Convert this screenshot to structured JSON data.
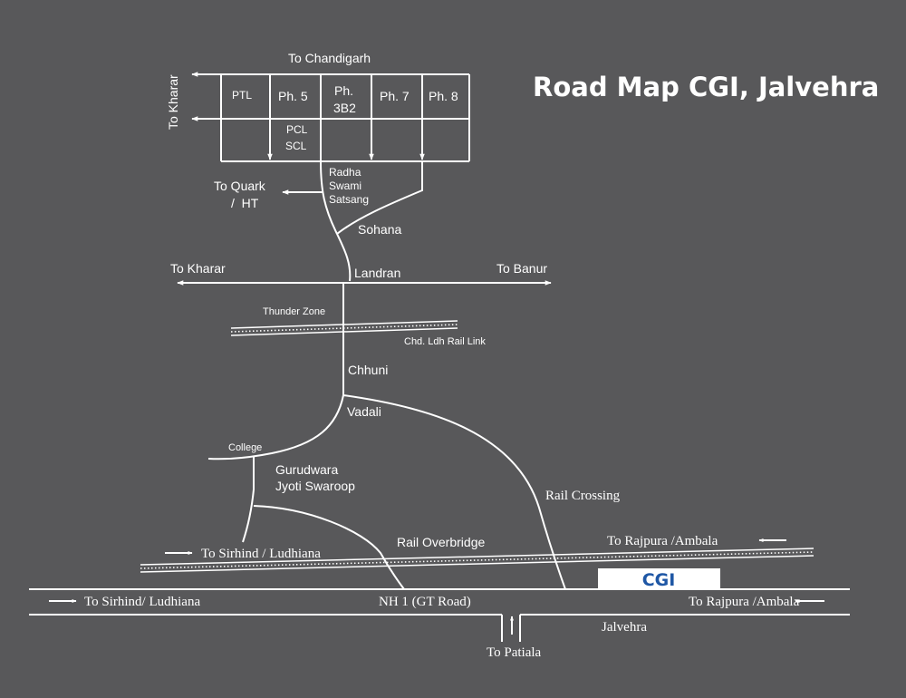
{
  "title": "Road Map CGI, Jalvehra",
  "colors": {
    "background": "#58585a",
    "road": "#ffffff",
    "cgi_text": "#1f57a5",
    "cgi_box": "#ffffff"
  },
  "top_grid": {
    "header": "To Chandigarh",
    "left_label": "To Kharar",
    "cells": [
      "PTL",
      "Ph. 5",
      "Ph. 3B2",
      "Ph. 7",
      "Ph. 8"
    ],
    "cell_line2": "3B2",
    "below_labels": [
      "PCL",
      "SCL"
    ]
  },
  "places": {
    "radha_swami": [
      "Radha",
      "Swami",
      "Satsang"
    ],
    "quark": [
      "To Quark",
      "/  HT"
    ],
    "sohana": "Sohana",
    "landran": "Landran",
    "to_kharar": "To Kharar",
    "to_banur": "To Banur",
    "thunder_zone": "Thunder Zone",
    "rail_link": "Chd. Ldh Rail Link",
    "chhuni": "Chhuni",
    "vadali": "Vadali",
    "college": "College",
    "gurudwara": [
      "Gurudwara",
      "Jyoti Swaroop"
    ],
    "rail_crossing": "Rail Crossing",
    "rail_overbridge": "Rail Overbridge",
    "to_sirhind_rail": "To Sirhind / Ludhiana",
    "to_rajpura_rail": "To Rajpura /Ambala",
    "to_sirhind_road": "To Sirhind/ Ludhiana",
    "nh1": "NH 1 (GT Road)",
    "to_rajpura_road": "To Rajpura /Ambala",
    "jalvehra": "Jalvehra",
    "to_patiala": "To Patiala"
  },
  "cgi_label": "CGI",
  "icons": [
    "arrow-left-icon",
    "arrow-right-icon",
    "arrow-down-icon",
    "arrow-up-icon",
    "railway-track-icon"
  ]
}
